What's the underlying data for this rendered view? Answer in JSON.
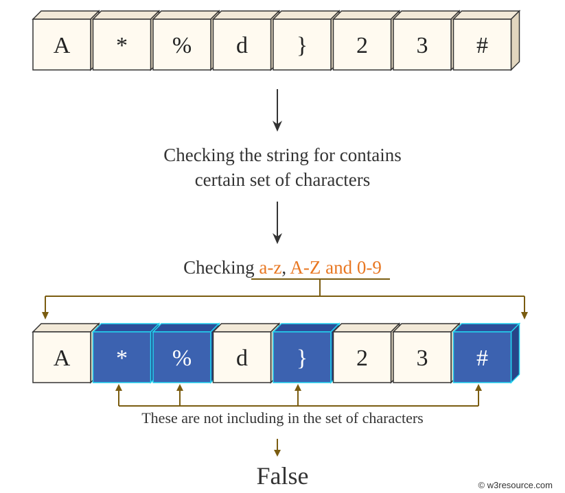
{
  "colors": {
    "cube_face": "#FFFAF0",
    "cube_top": "#F2E9D8",
    "cube_side": "#E2D6BF",
    "cube_stroke": "#333333",
    "highlight_face": "#3C62B0",
    "highlight_top": "#2E4E99",
    "highlight_side": "#284488",
    "highlight_stroke": "#22D4F0",
    "arrow_dark": "#333333",
    "arrow_olive": "#7A5C10",
    "accent_text": "#E87722",
    "caption_text": "#333333"
  },
  "input_string": {
    "chars": [
      "A",
      "*",
      "%",
      "d",
      "}",
      "2",
      "3",
      "#"
    ]
  },
  "checked_string": {
    "chars": [
      "A",
      "*",
      "%",
      "d",
      "}",
      "2",
      "3",
      "#"
    ],
    "highlighted": [
      false,
      true,
      true,
      false,
      true,
      false,
      false,
      true
    ]
  },
  "step1": {
    "line1": "Checking the string for contains",
    "line2": "certain set of characters"
  },
  "step2": {
    "prefix": "Checking ",
    "range1": "a-z",
    "separator": ", ",
    "range2": "A-Z and 0-9"
  },
  "note": "These are not including in the set of characters",
  "result": "False",
  "credit": "© w3resource.com"
}
